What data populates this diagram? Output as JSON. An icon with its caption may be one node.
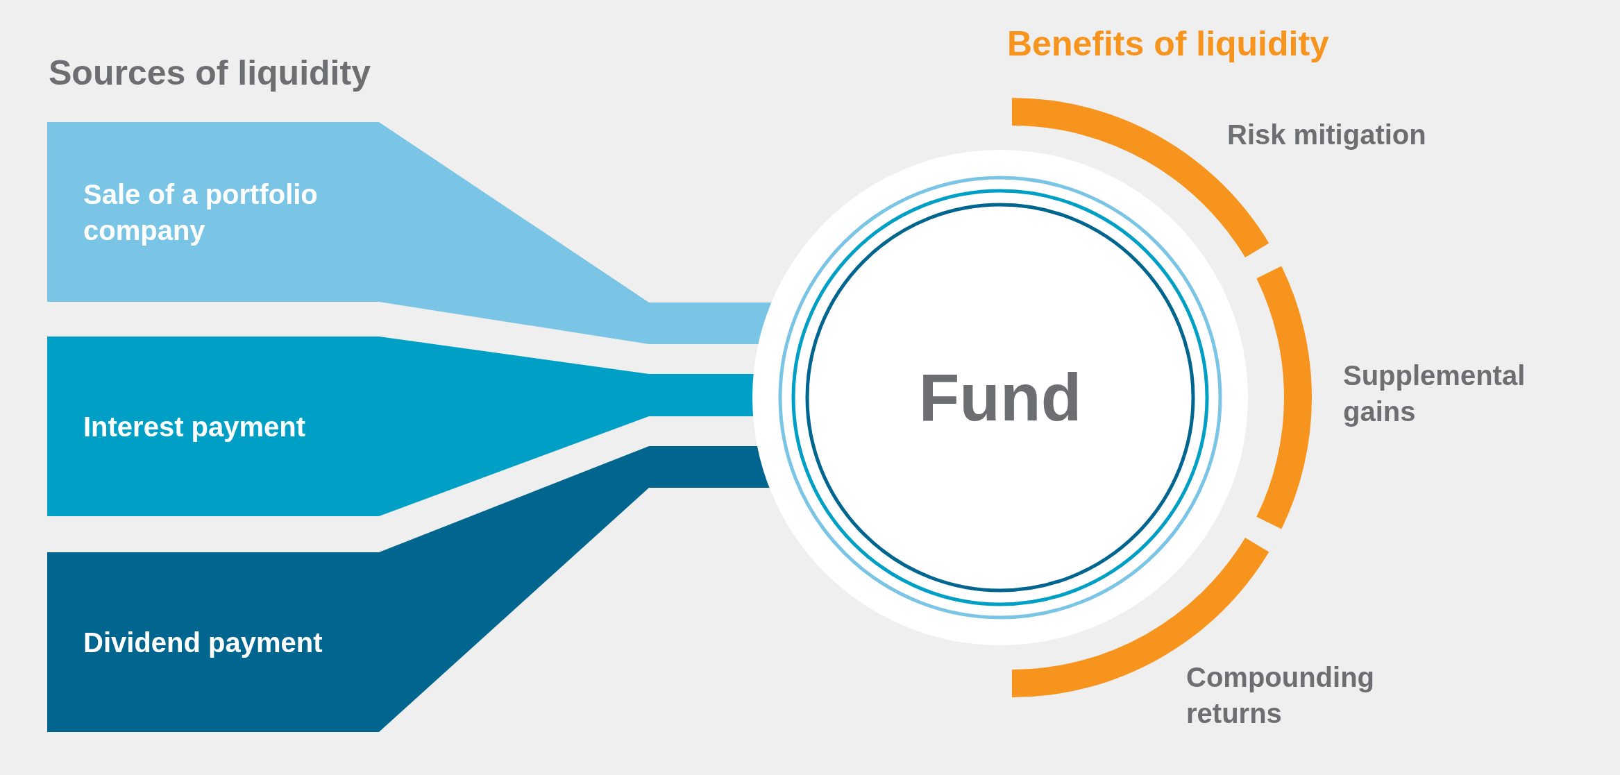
{
  "diagram": {
    "nodes": [
      {
        "text": [
          "Sale of a portfolio company"
        ]
      },
      {
        "text": [
          "Interest payment"
        ]
      },
      {
        "text": [
          "Dividend payment"
        ]
      },
      {
        "text": [
          "Fund"
        ]
      },
      {
        "text": [
          "Risk mitigation"
        ]
      },
      {
        "text": [
          "Supplemental gains"
        ]
      },
      {
        "text": [
          "Compounding returns"
        ]
      }
    ],
    "edges": [
      {
        "from": 0,
        "to": 3,
        "arrow": "none",
        "color": "#7ac5e5"
      },
      {
        "from": 1,
        "to": 3,
        "arrow": "none",
        "color": "#00a0c6"
      },
      {
        "from": 2,
        "to": 3,
        "arrow": "none",
        "color": "#00658f"
      }
    ],
    "labels": [
      "Sources of liquidity",
      "Benefits of liquidity"
    ]
  }
}
